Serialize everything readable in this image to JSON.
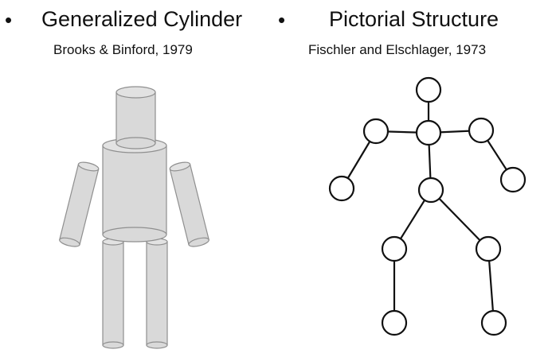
{
  "left_panel": {
    "title": "Generalized Cylinder",
    "citation": "Brooks & Binford, 1979"
  },
  "right_panel": {
    "title": "Pictorial Structure",
    "citation": "Fischler and Elschlager, 1973"
  },
  "bullet_glyph": "•",
  "colors": {
    "cylinder_fill": "#d9d9d9",
    "cylinder_stroke": "#8f8f8f",
    "graph_stroke": "#111111"
  }
}
